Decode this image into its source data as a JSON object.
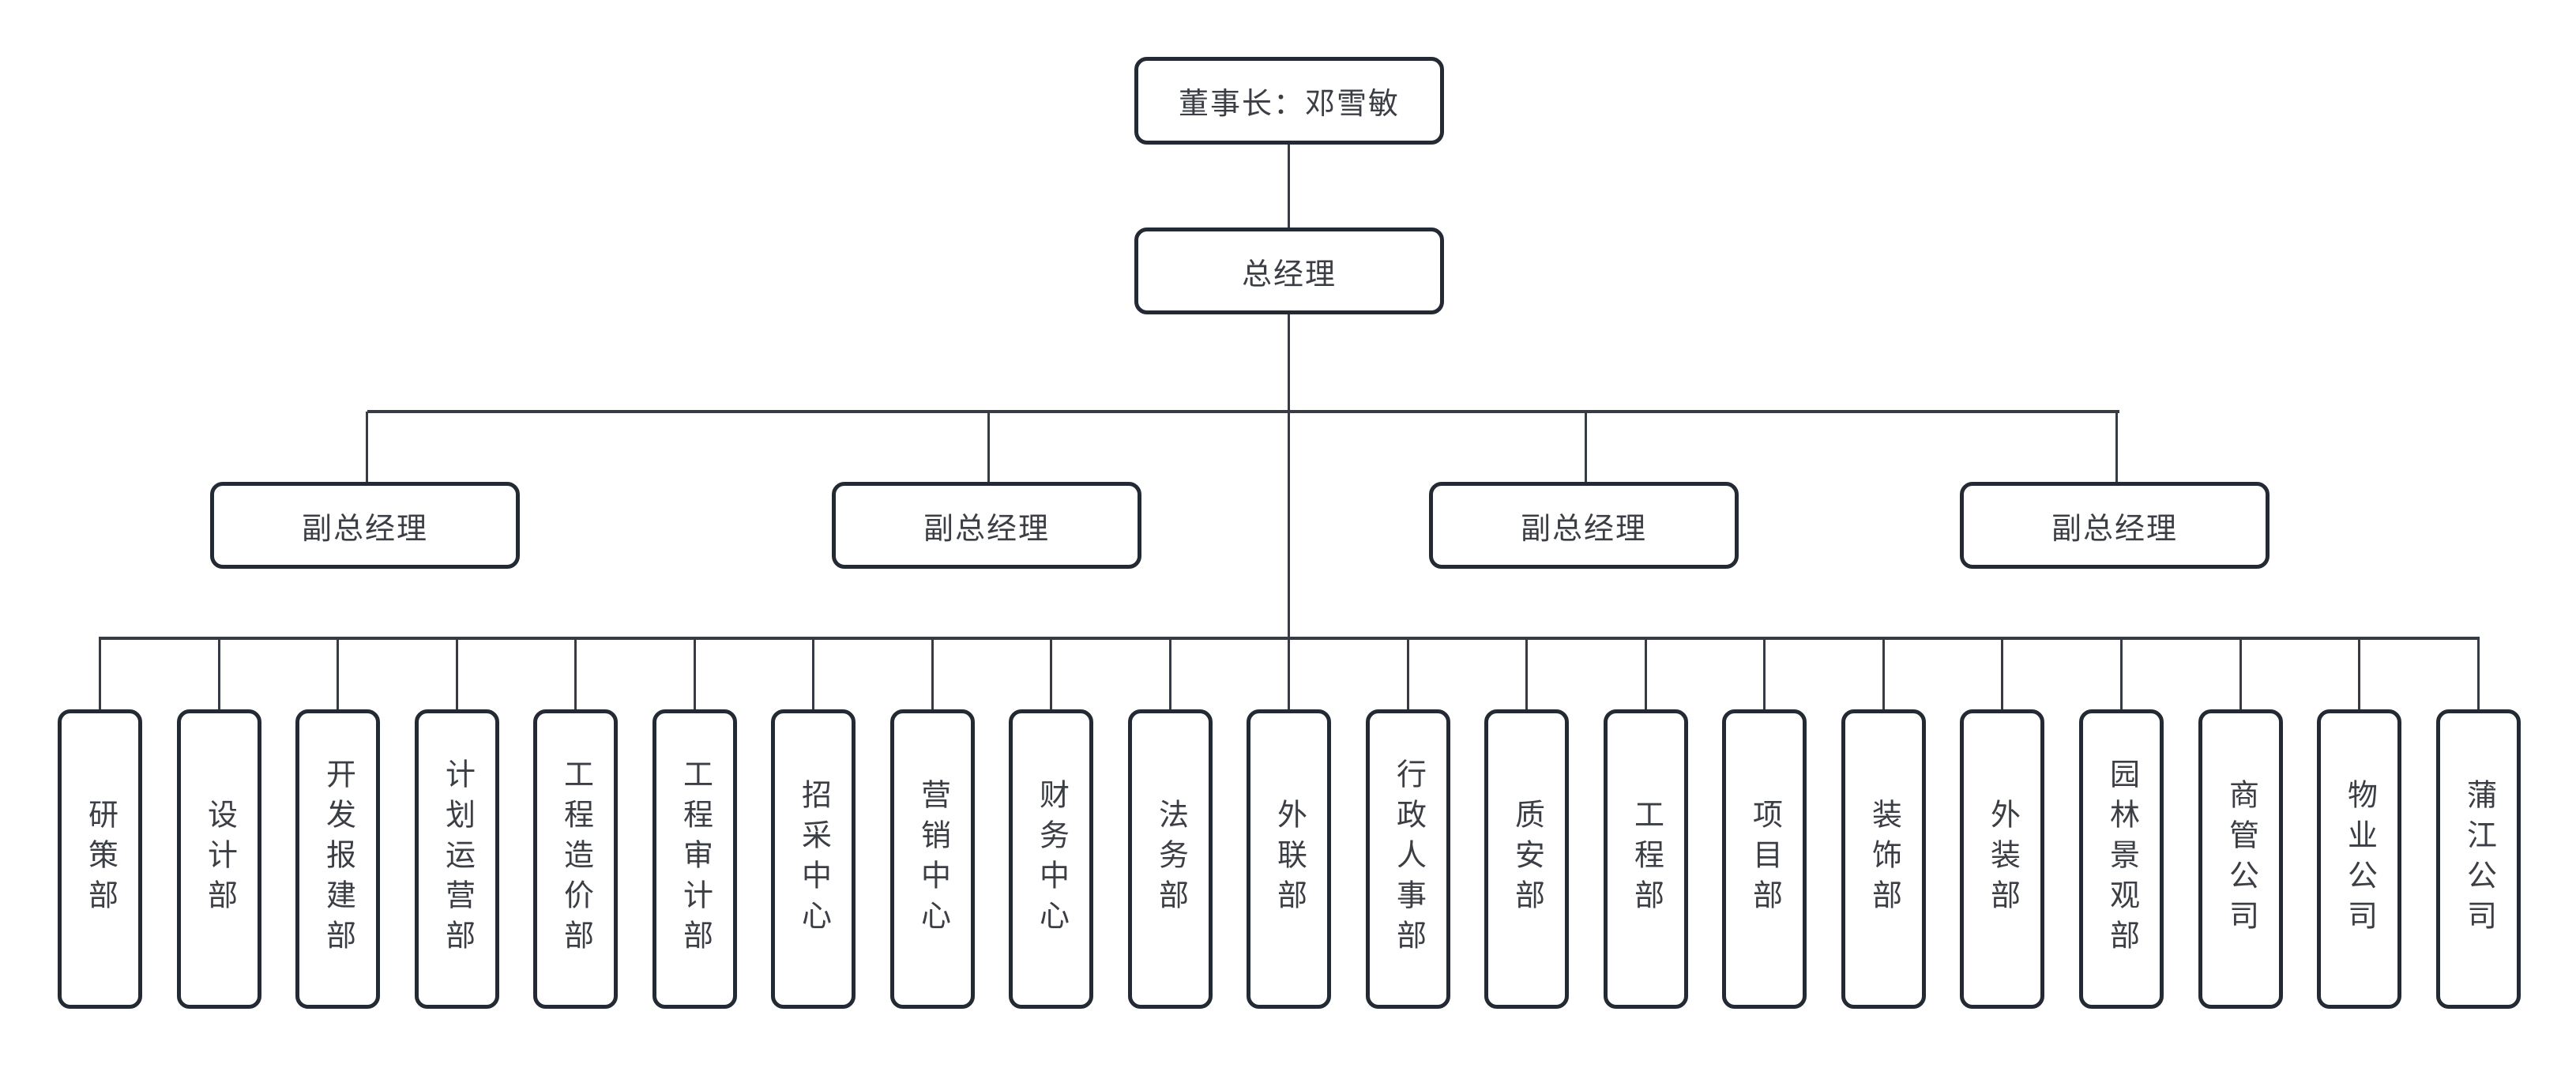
{
  "org_chart": {
    "chairman": {
      "label": "董事长：邓雪敏"
    },
    "general_manager": {
      "label": "总经理"
    },
    "deputy_general_managers": [
      {
        "label": "副总经理"
      },
      {
        "label": "副总经理"
      },
      {
        "label": "副总经理"
      },
      {
        "label": "副总经理"
      }
    ],
    "departments": [
      "研策部",
      "设计部",
      "开发报建部",
      "计划运营部",
      "工程造价部",
      "工程审计部",
      "招采中心",
      "营销中心",
      "财务中心",
      "法务部",
      "外联部",
      "行政人事部",
      "质安部",
      "工程部",
      "项目部",
      "装饰部",
      "外装部",
      "园林景观部",
      "商管公司",
      "物业公司",
      "蒲江公司"
    ]
  },
  "colors": {
    "background": "#ffffff",
    "box_border": "#242a33",
    "connector": "#373c44",
    "text": "#3b3e44"
  }
}
